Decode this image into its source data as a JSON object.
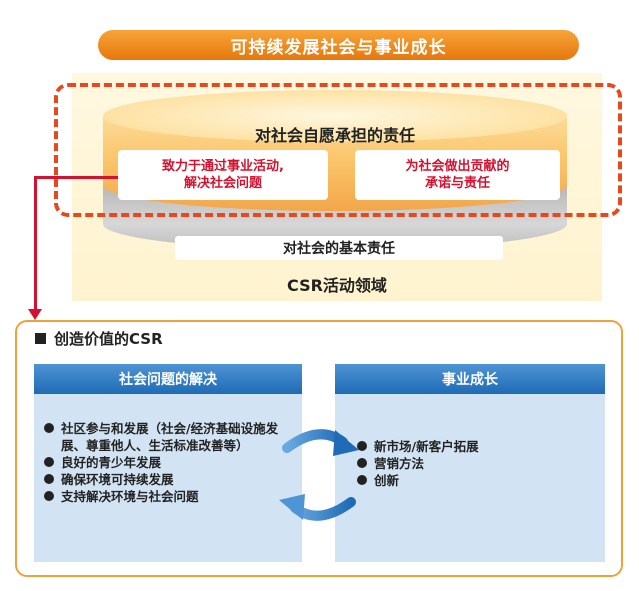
{
  "top_banner": "可持续发展社会与事业成长",
  "csr_area_label": "CSR活动领域",
  "voluntary_responsibility": {
    "title": "对社会自愿承担的责任",
    "left_box": [
      "致力于通过事业活动,",
      "解决社会问题"
    ],
    "right_box": [
      "为社会做出贡献的",
      "承诺与责任"
    ]
  },
  "basic_responsibility": "对社会的基本责任",
  "value_creation": {
    "title": "创造价值的CSR",
    "left_pane": {
      "title": "社会问题的解决",
      "items": [
        "社区参与和发展（社会/经济基础设施发展、尊重他人、生活标准改善等）",
        "良好的青少年发展",
        "确保环境可持续发展",
        "支持解决环境与社会问题"
      ]
    },
    "right_pane": {
      "title": "事业成长",
      "items": [
        "新市场/新客户拓展",
        "营销方法",
        "创新"
      ]
    }
  },
  "colors": {
    "orange": "#f08a1c",
    "red": "#d4112e",
    "blue": "#1f6bb5",
    "light_blue": "#d2e4f4"
  }
}
